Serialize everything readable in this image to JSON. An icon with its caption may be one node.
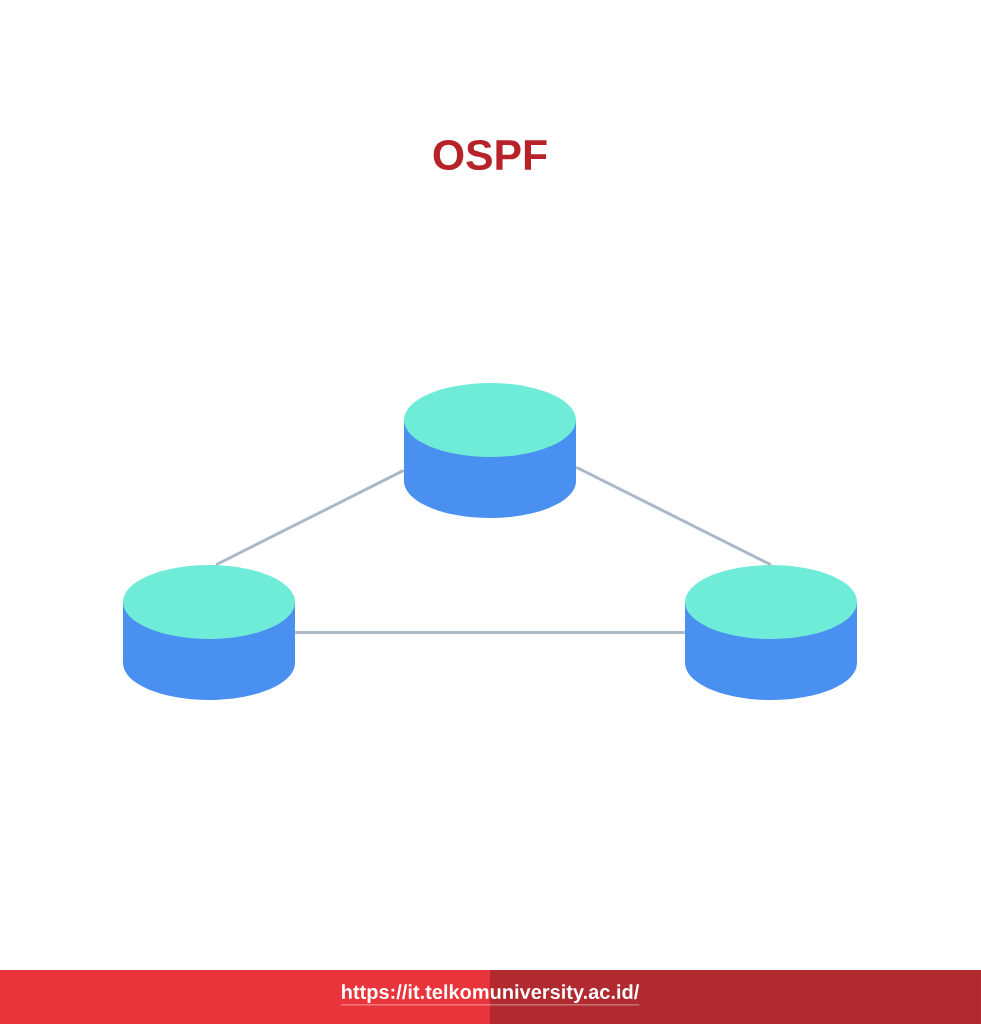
{
  "diagram": {
    "title": "OSPF",
    "nodes": [
      {
        "text": [],
        "shape": "cylinder"
      },
      {
        "text": [],
        "shape": "cylinder"
      },
      {
        "text": [],
        "shape": "cylinder"
      }
    ],
    "edges": [
      {
        "from": 0,
        "to": 1,
        "arrow": "none",
        "color": "#aab8c6"
      },
      {
        "from": 0,
        "to": 2,
        "arrow": "none",
        "color": "#aab8c6"
      },
      {
        "from": 1,
        "to": 2,
        "arrow": "none",
        "color": "#aab8c6"
      }
    ],
    "labels": [
      "https://it.telkomuniversity.ac.id/"
    ]
  }
}
